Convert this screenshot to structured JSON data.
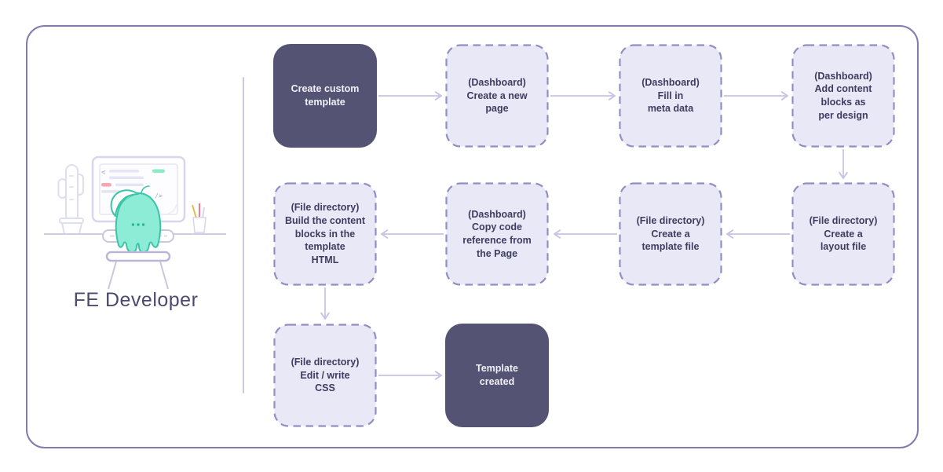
{
  "diagram": {
    "role": {
      "label": "FE Developer"
    },
    "illustration": {
      "name": "fe-developer-at-desk-illustration",
      "description_icons": [
        "cactus-icon",
        "monitor-code-icon",
        "mascot-icon",
        "keyboard-icon",
        "pen-cup-icon",
        "stool-icon"
      ]
    },
    "flow": {
      "nodes": [
        {
          "id": "start",
          "style": "solid",
          "label": "Create custom\ntemplate"
        },
        {
          "id": "create-new-page",
          "style": "dashed",
          "label": "(Dashboard)\nCreate a new\npage"
        },
        {
          "id": "fill-in-meta-data",
          "style": "dashed",
          "label": "(Dashboard)\nFill in\nmeta data"
        },
        {
          "id": "add-content-blocks",
          "style": "dashed",
          "label": "(Dashboard)\nAdd content\nblocks as\nper design"
        },
        {
          "id": "create-layout-file",
          "style": "dashed",
          "label": "(File directory)\nCreate a\nlayout file"
        },
        {
          "id": "create-template-file",
          "style": "dashed",
          "label": "(File directory)\nCreate a\ntemplate file"
        },
        {
          "id": "copy-code-reference",
          "style": "dashed",
          "label": "(Dashboard)\nCopy code\nreference from\nthe Page"
        },
        {
          "id": "build-content-blocks",
          "style": "dashed",
          "label": "(File directory)\nBuild the content\nblocks in the\ntemplate\nHTML"
        },
        {
          "id": "edit-write-css",
          "style": "dashed",
          "label": "(File directory)\nEdit / write\nCSS"
        },
        {
          "id": "template-created",
          "style": "solid",
          "label": "Template\ncreated"
        }
      ],
      "edges": [
        {
          "from": "start",
          "to": "create-new-page"
        },
        {
          "from": "create-new-page",
          "to": "fill-in-meta-data"
        },
        {
          "from": "fill-in-meta-data",
          "to": "add-content-blocks"
        },
        {
          "from": "add-content-blocks",
          "to": "create-layout-file"
        },
        {
          "from": "create-layout-file",
          "to": "create-template-file"
        },
        {
          "from": "create-template-file",
          "to": "copy-code-reference"
        },
        {
          "from": "copy-code-reference",
          "to": "build-content-blocks"
        },
        {
          "from": "build-content-blocks",
          "to": "edit-write-css"
        },
        {
          "from": "edit-write-css",
          "to": "template-created"
        }
      ]
    },
    "colors": {
      "frame_border": "#837bad",
      "solid_node_bg": "#555373",
      "solid_node_text": "#f1f0f7",
      "dashed_node_bg": "#e9e8f6",
      "dashed_node_border": "#928ec3",
      "node_text": "#3e3d60",
      "arrow": "#c6c3e4",
      "divider": "#cac8e3",
      "mascot_fill": "#8cecd6",
      "mascot_stroke": "#3cc4a7"
    }
  }
}
